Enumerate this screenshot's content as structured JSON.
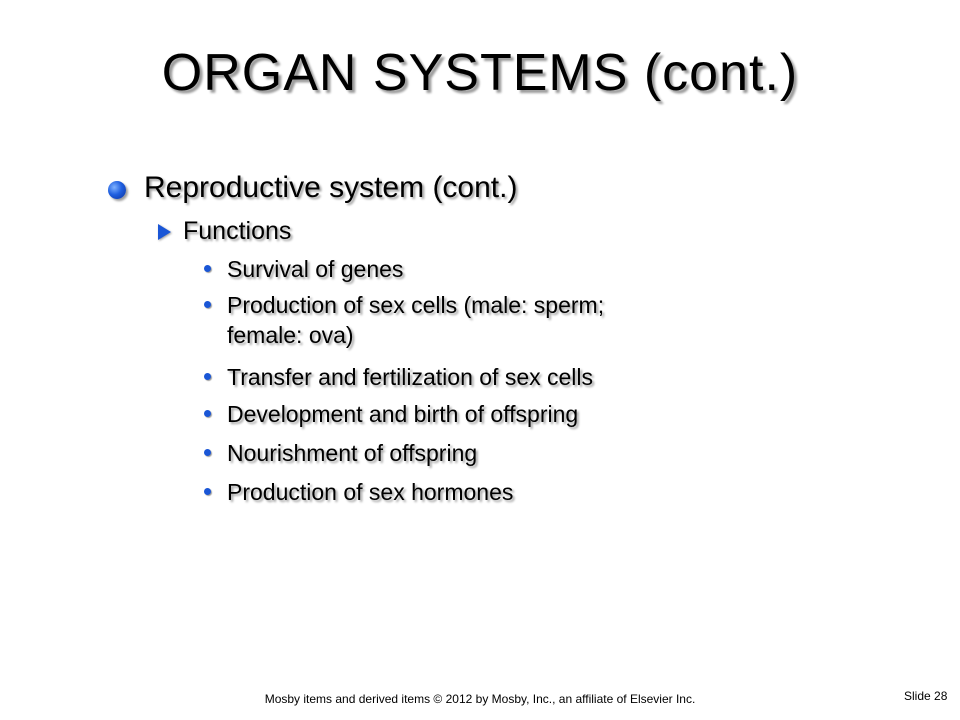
{
  "slide": {
    "title": "ORGAN SYSTEMS (cont.)",
    "level1": "Reproductive system (cont.)",
    "level2": "Functions",
    "items": [
      {
        "line1": "Survival of genes"
      },
      {
        "line1": "Production of sex cells (male: sperm;",
        "line2": "female: ova)"
      },
      {
        "line1": "Transfer and fertilization of sex cells"
      },
      {
        "line1": "Development and birth of offspring"
      },
      {
        "line1": "Nourishment of offspring"
      },
      {
        "line1": "Production of sex hormones"
      }
    ],
    "footer": "Mosby items and derived items © 2012 by Mosby, Inc., an affiliate of Elsevier Inc.",
    "slide_number": "Slide 28"
  },
  "colors": {
    "bullet_blue": "#1a56d6",
    "text": "#000000",
    "background": "#ffffff"
  },
  "icons": {
    "level1_bullet": "blue-sphere-bullet-icon",
    "level2_bullet": "blue-arrowhead-bullet-icon",
    "level3_bullet": "blue-dot-bullet-icon"
  }
}
